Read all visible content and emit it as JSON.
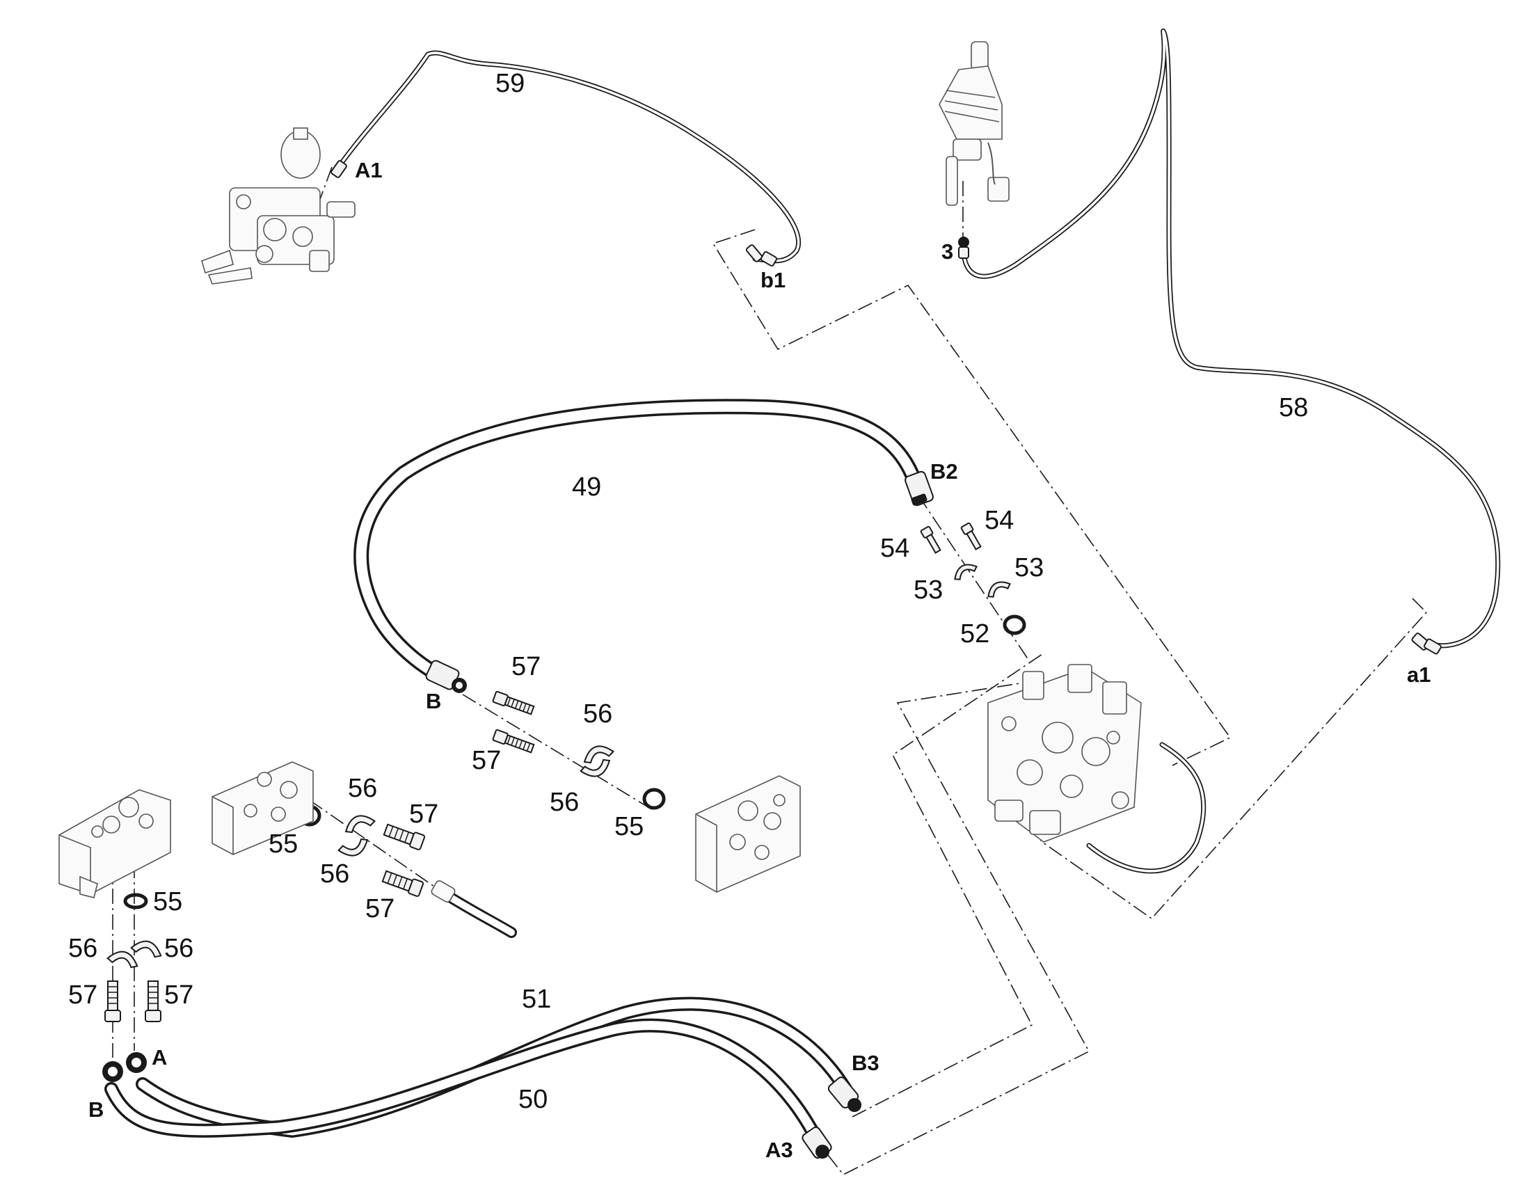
{
  "diagram": {
    "part_numbers": {
      "hose_59": "59",
      "hose_58": "58",
      "hose_49": "49",
      "hose_51": "51",
      "hose_50": "50",
      "oring_52": "52",
      "clamp_53_left": "53",
      "clamp_53_right": "53",
      "screw_54_left": "54",
      "screw_54_right": "54",
      "screw_57_b_upper": "57",
      "clamp_56_b_upper": "56",
      "screw_57_b_lower": "57",
      "clamp_56_b_lower": "56",
      "oring_55_b": "55",
      "clamp_56_mid_upper": "56",
      "screw_57_mid_upper": "57",
      "oring_55_mid": "55",
      "clamp_56_mid_lower": "56",
      "screw_57_mid_lower": "57",
      "oring_55_left": "55",
      "clamp_56_left_a": "56",
      "clamp_56_left_b": "56",
      "screw_57_left_a": "57",
      "screw_57_left_b": "57"
    },
    "ports": {
      "A1": "A1",
      "b1": "b1",
      "port_3": "3",
      "a1": "a1",
      "B2": "B2",
      "B": "B",
      "A": "A",
      "B_lower": "B",
      "B3": "B3",
      "A3": "A3"
    }
  }
}
